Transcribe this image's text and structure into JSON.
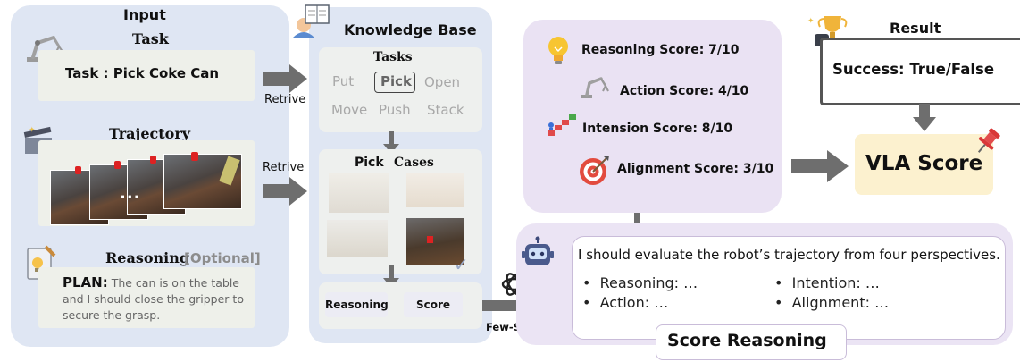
{
  "input": {
    "title": "Input",
    "task_label": "Task",
    "task_text": "Task : Pick Coke Can",
    "trajectory_label": "Trajectory",
    "ellipsis": "...",
    "reasoning_label": "Reasoning",
    "optional_label": "[Optional]",
    "plan_label": "PLAN:",
    "plan_text": "The can is on the table and I should close the gripper to secure the grasp."
  },
  "arrows": {
    "retrive_1": "Retrive",
    "retrive_2": "Retrive",
    "few_shot": "Few-Shot"
  },
  "kb": {
    "title": "Knowledge Base",
    "tasks_label": "Tasks",
    "tasks": [
      "Put",
      "Pick",
      "Open",
      "Move",
      "Push",
      "Stack"
    ],
    "cases_prefix": "Pick",
    "cases_label": "Cases",
    "reasoning_btn": "Reasoning",
    "score_btn": "Score"
  },
  "scores": {
    "reasoning": "Reasoning Score: 7/10",
    "action": "Action Score: 4/10",
    "intension": "Intension Score: 8/10",
    "alignment": "Alignment Score: 3/10"
  },
  "reasoning_box": {
    "intro": "I should evaluate the robot’s trajectory from four perspectives.",
    "bullets": [
      "Reasoning: …",
      "Action: …",
      "Intention: …",
      "Alignment: …"
    ],
    "caption": "Score Reasoning"
  },
  "result": {
    "title": "Result",
    "text": "Success: True/False"
  },
  "vla_score": "VLA Score",
  "icon_names": [
    "robot-arm-icon",
    "clapperboard-icon",
    "notebook-icon",
    "reader-icon",
    "lightbulb-icon",
    "target-icon",
    "stairs-icon",
    "robot-head-icon",
    "openai-icon",
    "trophy-icon",
    "pushpin-icon",
    "checkmark-icon"
  ],
  "colors": {
    "panel_blue": "#dfe6f3",
    "panel_purple": "#eae2f3",
    "vla_yellow": "#fcf1cf",
    "arrow_grey": "#6e6e6e"
  }
}
